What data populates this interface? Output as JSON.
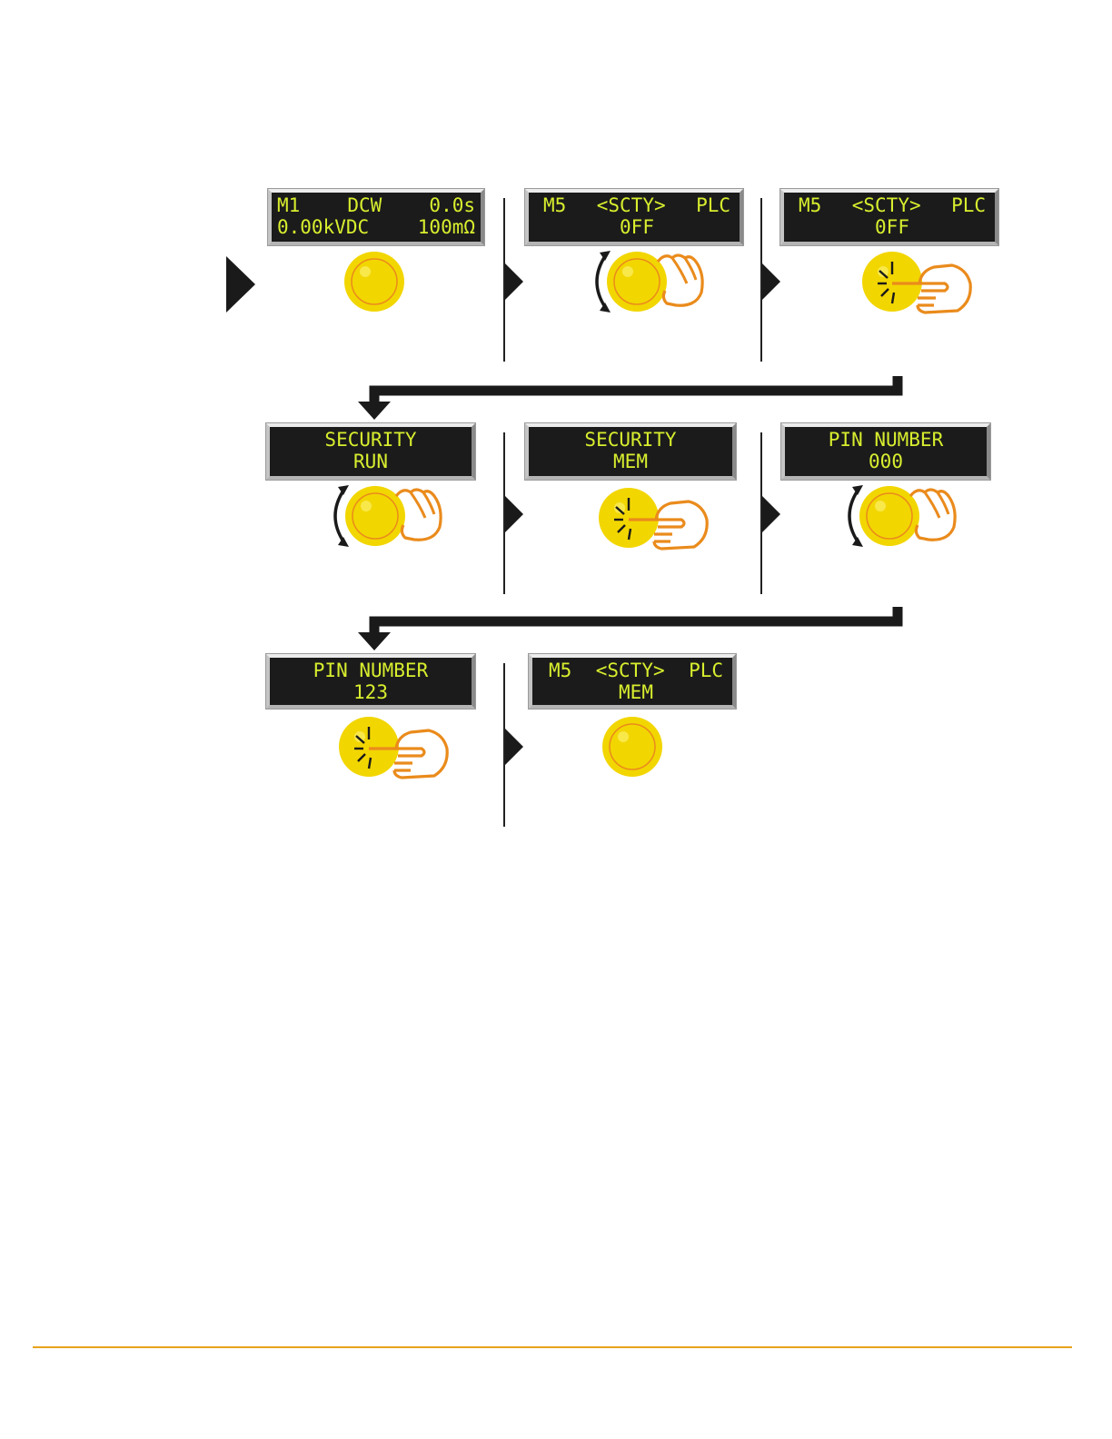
{
  "screens": [
    {
      "id": "s1",
      "lines": [
        [
          "M1",
          "DCW",
          "0.0s"
        ],
        [
          "0.00kVDC",
          "100mΩ"
        ]
      ],
      "action": "none"
    },
    {
      "id": "s2",
      "lines": [
        [
          "M5",
          "<SCTY>",
          "PLC"
        ],
        [
          "0FF"
        ]
      ],
      "action": "rotate"
    },
    {
      "id": "s3",
      "lines": [
        [
          "M5",
          "<SCTY>",
          "PLC"
        ],
        [
          "0FF"
        ]
      ],
      "action": "press"
    },
    {
      "id": "s4",
      "lines": [
        [
          "SECURITY"
        ],
        [
          "RUN"
        ]
      ],
      "action": "rotate"
    },
    {
      "id": "s5",
      "lines": [
        [
          "SECURITY"
        ],
        [
          "MEM"
        ]
      ],
      "action": "press"
    },
    {
      "id": "s6",
      "lines": [
        [
          "PIN NUMBER"
        ],
        [
          "000"
        ]
      ],
      "action": "rotate"
    },
    {
      "id": "s7",
      "lines": [
        [
          "PIN NUMBER"
        ],
        [
          "123"
        ]
      ],
      "action": "press"
    },
    {
      "id": "s8",
      "lines": [
        [
          "M5",
          "<SCTY>",
          "PLC"
        ],
        [
          "MEM"
        ]
      ],
      "action": "none"
    }
  ],
  "icons": {
    "knob": "rotary-knob-icon",
    "rotate": "rotate-hand-icon",
    "press": "press-finger-icon",
    "step": "step-arrow-icon",
    "return": "row-return-arrow-icon"
  },
  "colors": {
    "lcd_text": "#d8ee2e",
    "lcd_bg": "#1b1b1b",
    "knob": "#f2d600",
    "knob_ring": "#ea8b1c",
    "hand": "#ea8b1c",
    "arrow": "#1a1a1a",
    "footer_rule": "#e8a21a"
  }
}
